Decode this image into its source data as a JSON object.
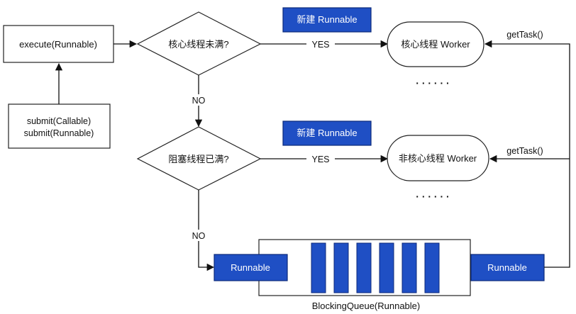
{
  "nodes": {
    "execute": "execute(Runnable)",
    "submit_line1": "submit(Callable)",
    "submit_line2": "submit(Runnable)",
    "decision_core": "核心线程未满?",
    "decision_queue": "阻塞线程已满?",
    "new_runnable_1": "新建 Runnable",
    "new_runnable_2": "新建 Runnable",
    "core_worker": "核心线程 Worker",
    "noncore_worker": "非核心线程 Worker",
    "ellipsis_1": "· · · · · ·",
    "ellipsis_2": "· · · · · ·",
    "queue_left_item": "Runnable",
    "queue_right_item": "Runnable",
    "queue_caption": "BlockingQueue(Runnable)"
  },
  "edges": {
    "yes_1": "YES",
    "yes_2": "YES",
    "no_1": "NO",
    "no_2": "NO",
    "gettask_1": "getTask()",
    "gettask_2": "getTask()"
  },
  "colors": {
    "accent": "#1f4fc4",
    "accent_border": "#0c2a7a",
    "line": "#111111",
    "accent_text": "#ffffff"
  }
}
